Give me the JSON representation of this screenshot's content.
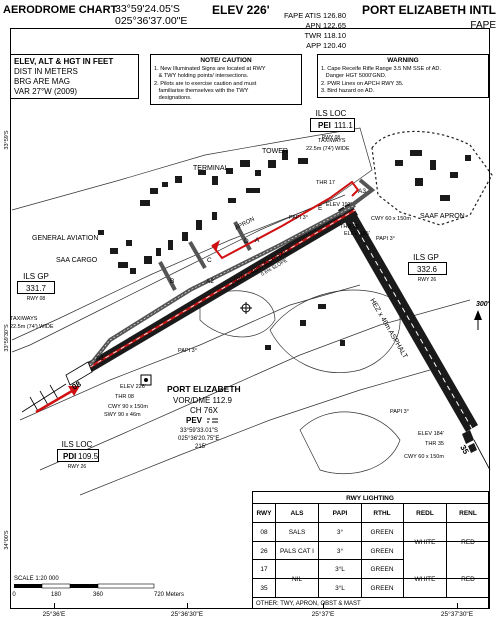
{
  "header": {
    "chart_title": "AERODROME CHART",
    "lat": "33°59'24.05'S",
    "lon": "025°36'37.00\"E",
    "elev": "ELEV  226'",
    "freqs": [
      "FAPE ATIS 126.80",
      "APN 122.65",
      "TWR 118.10",
      "APP 120.40"
    ],
    "airport_name": "PORT ELIZABETH INTL",
    "icao": "FAPE"
  },
  "info_box": {
    "lines": [
      "ELEV, ALT & HGT IN FEET",
      "DIST IN METERS",
      "BRG ARE MAG",
      "VAR 27°W (2009)"
    ]
  },
  "note_box": {
    "heading": "NOTE/ CAUTION",
    "lines": [
      "1. New Illuminated Signs are located at RWY",
      "   & TWY holding points/ intersections.",
      "2. Pilots are to exercise caution and must",
      "   familiarise themselves with the TWY",
      "   designations."
    ]
  },
  "warning_box": {
    "heading": "WARNING",
    "lines": [
      "1. Cape Receife Rifle Range 3.5 NM SSE of AD.",
      "   Danger HGT 5000'GND.",
      "2. PWR Lines on APCH RWY 35.",
      "3. Bird hazard on AD."
    ]
  },
  "labels": {
    "terminal": "TERMINAL",
    "tower": "TOWER",
    "general_aviation": "GENERAL AVIATION",
    "saa_cargo": "SAA CARGO",
    "saaf_apron": "SAAF APRON",
    "apron": "APRON",
    "taxiways_top": "TAXIWAYS",
    "taxiways_top_width": "22.5m (74') WIDE",
    "taxiways_left": "TAXIWAYS",
    "taxiways_left_width": "22.5m (74') WIDE",
    "rwy_0826_dims": "1980 x 46m  ASPHALT",
    "rwy_0826_slope": "0.6% SLOPE",
    "rwy_1735_dims": "HEZ x 46m ASPHALT",
    "papi_08": "PAPI 3°",
    "papi_26": "PAPI 3°",
    "papi_17": "PAPI 3°",
    "papi_35": "PAPI 3°",
    "elev_192": "ELEV 192'",
    "elev_185": "ELEV 185'",
    "elev_226": "ELEV 226'",
    "elev_184": "ELEV 184'",
    "thr_08": "THR 08",
    "thr_26": "THR 26",
    "thr_17": "THR 17",
    "thr_35": "THR 35",
    "cwy_08": "CWY  90 x 150m",
    "swy_08": "SWY  90 x 46m",
    "cwy_26": "CWY 60 x 150m",
    "cwy_35": "CWY 60 x 150m",
    "rwy_08": "08",
    "rwy_35": "35",
    "heading_300": "300'",
    "twy_a": "A",
    "twy_a1": "A1",
    "twy_a2": "A2",
    "twy_a3": "A3",
    "twy_b": "B",
    "twy_c": "C",
    "twy_d": "D",
    "twy_e": "E"
  },
  "ils_loc_top": {
    "title": "ILS LOC",
    "ident": "PEI",
    "freq": "111.1",
    "rwy": "RWY 08"
  },
  "ils_gp_left": {
    "title": "ILS GP",
    "freq": "331.7",
    "rwy": "RWY 08"
  },
  "ils_gp_right": {
    "title": "ILS GP",
    "freq": "332.6",
    "rwy": "RWY 26"
  },
  "ils_loc_bottom": {
    "title": "ILS LOC",
    "ident": "PDI",
    "freq": "109.5",
    "rwy": "RWY 26"
  },
  "vor": {
    "name": "PORT ELIZABETH",
    "type": "VOR/DME 112.9",
    "channel": "CH 76X",
    "ident": "PEV",
    "lat": "33°59'33.01\"S",
    "lon": "025°36'20.75\"E",
    "elev": "215'"
  },
  "lighting": {
    "title": "RWY LIGHTING",
    "headers": [
      "RWY",
      "ALS",
      "PAPI",
      "RTHL",
      "REDL",
      "RENL"
    ],
    "rows": [
      [
        "08",
        "SALS",
        "3°",
        "GREEN"
      ],
      [
        "26",
        "PALS CAT I",
        "3°",
        "GREEN"
      ],
      [
        "17",
        "NIL",
        "3°L",
        "GREEN"
      ],
      [
        "35",
        "",
        "3°L",
        "GREEN"
      ]
    ],
    "redl_0826": "WHITE",
    "renl_0826": "RED",
    "redl_1735": "WHITE",
    "renl_1735": "RED",
    "other": "OTHER: TWY, APRON, OBST & MAST"
  },
  "scale": {
    "label": "SCALE 1:20 000",
    "ticks": [
      "0",
      "180",
      "360",
      "720 Meters"
    ]
  },
  "coords_bottom": [
    "25°36'E",
    "25°36'30\"E",
    "25°37'E",
    "25°37'30\"E"
  ],
  "coords_left": [
    "33°59'S",
    "33°59'30\"S",
    "34°00'S"
  ],
  "colors": {
    "taxi_route": "#d01010",
    "runway": "#1a1a1a",
    "approach_arrow": "#d01010"
  }
}
